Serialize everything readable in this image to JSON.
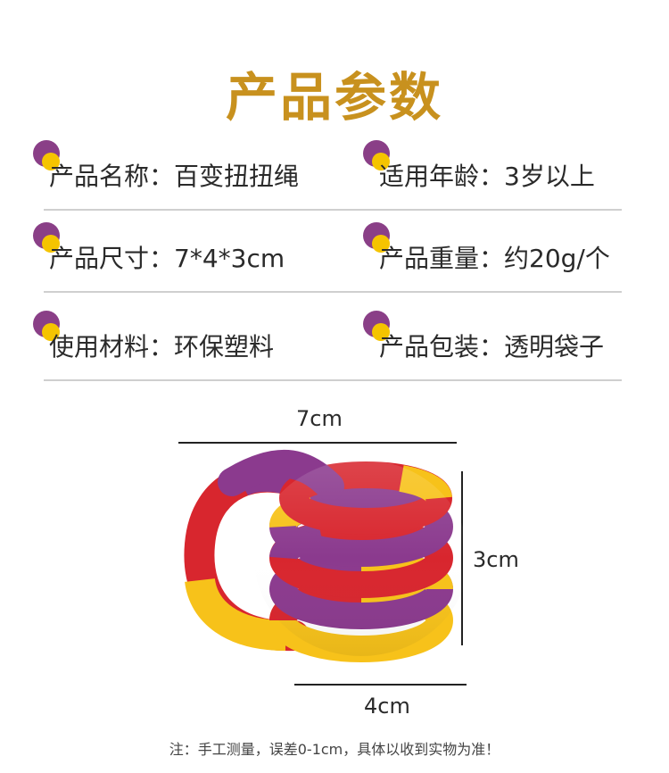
{
  "title": "产品参数",
  "params": [
    {
      "left": "产品名称：百变扭扭绳",
      "right": "适用年龄：3岁以上"
    },
    {
      "left": "产品尺寸：7*4*3cm",
      "right": "产品重量：约20g/个"
    },
    {
      "left": "使用材料：环保塑料",
      "right": "产品包装：透明袋子"
    }
  ],
  "dimensions": {
    "width": "7cm",
    "height": "3cm",
    "depth": "4cm"
  },
  "note": "注：手工测量，误差0-1cm，具体以收到实物为准！",
  "colors": {
    "title": "#c8911e",
    "bullet_purple": "#8a3f87",
    "bullet_yellow": "#f5c400",
    "toy_red": "#d8262e",
    "toy_purple": "#8b3a8e",
    "toy_yellow": "#f7c21a"
  }
}
